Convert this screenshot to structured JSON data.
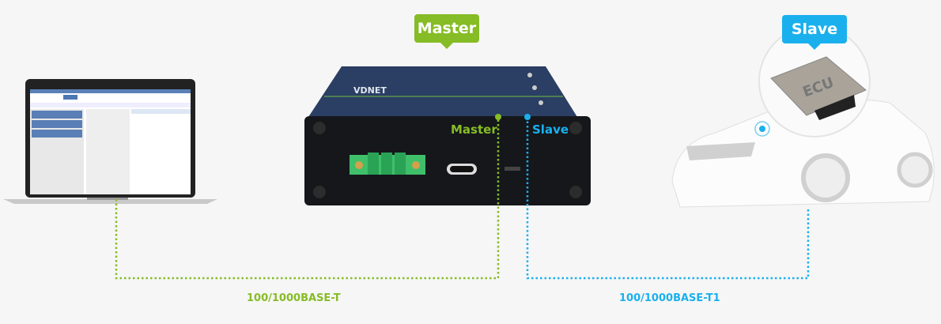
{
  "tags": {
    "master": "Master",
    "slave": "Slave"
  },
  "device": {
    "port_master": "Master",
    "port_slave": "Slave",
    "model": "VDNET"
  },
  "ecu": {
    "label": "ECU"
  },
  "links": {
    "master_link": "100/1000BASE-T",
    "slave_link": "100/1000BASE-T1"
  },
  "colors": {
    "master": "#86bc25",
    "slave": "#1ab0ee"
  }
}
